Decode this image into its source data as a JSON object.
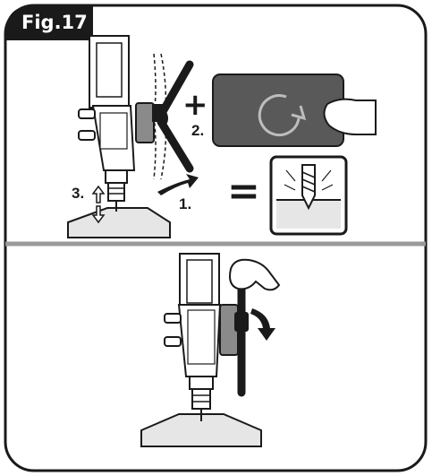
{
  "figure": {
    "label": "Fig.17"
  },
  "top_panel": {
    "steps": {
      "step1": "1.",
      "step2": "2.",
      "step3": "3."
    },
    "operators": {
      "plus": "+",
      "equals": "="
    },
    "icons": [
      "drill-stand-icon",
      "rotate-button-icon",
      "finger-press-icon",
      "drill-bit-icon"
    ]
  },
  "bottom_panel": {
    "icons": [
      "drill-stand-icon",
      "hand-pull-lever-icon",
      "curved-down-arrow-icon"
    ]
  },
  "colors": {
    "frame": "#1a1a1a",
    "button_panel": "#595959",
    "divider": "#9a9a9a",
    "surface": "#e6e6e6"
  }
}
